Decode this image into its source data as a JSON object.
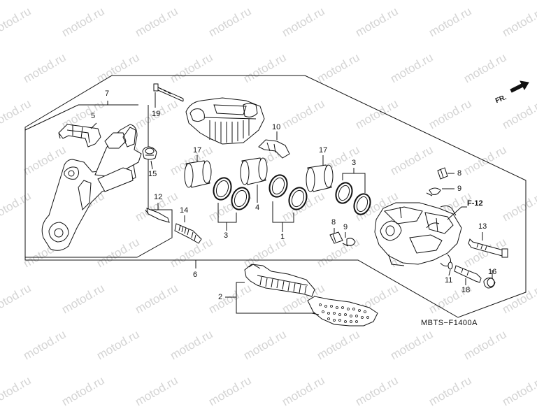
{
  "watermark": "motod.ru",
  "diagram_code": "MBTS−F1400A",
  "direction_label": "FR.",
  "reference_label": "F-12",
  "callouts": [
    {
      "id": "c1",
      "text": "1"
    },
    {
      "id": "c2",
      "text": "2"
    },
    {
      "id": "c3a",
      "text": "3"
    },
    {
      "id": "c3b",
      "text": "3"
    },
    {
      "id": "c4",
      "text": "4"
    },
    {
      "id": "c5",
      "text": "5"
    },
    {
      "id": "c6",
      "text": "6"
    },
    {
      "id": "c7",
      "text": "7"
    },
    {
      "id": "c8a",
      "text": "8"
    },
    {
      "id": "c8b",
      "text": "8"
    },
    {
      "id": "c9a",
      "text": "9"
    },
    {
      "id": "c9b",
      "text": "9"
    },
    {
      "id": "c10",
      "text": "10"
    },
    {
      "id": "c11",
      "text": "11"
    },
    {
      "id": "c12",
      "text": "12"
    },
    {
      "id": "c13",
      "text": "13"
    },
    {
      "id": "c14",
      "text": "14"
    },
    {
      "id": "c15",
      "text": "15"
    },
    {
      "id": "c16",
      "text": "16"
    },
    {
      "id": "c17a",
      "text": "17"
    },
    {
      "id": "c17b",
      "text": "17"
    },
    {
      "id": "c18",
      "text": "18"
    },
    {
      "id": "c19",
      "text": "19"
    }
  ]
}
